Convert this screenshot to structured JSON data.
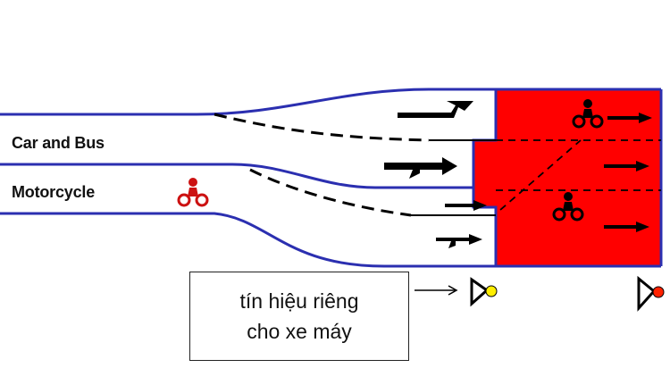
{
  "labels": {
    "car_and_bus": "Car and Bus",
    "motorcycle": "Motorcycle"
  },
  "callout": {
    "line1": "tín hiệu riêng",
    "line2": "cho xe máy"
  },
  "colors": {
    "road_edge": "#2b2fb0",
    "stop_zone": "#ff0000",
    "motorcycle_left": "#cc1111",
    "signal_motorcycle": "#ffee00",
    "signal_main": "#ff2200"
  },
  "icons": [
    "motorcycle-icon",
    "arrow-straight-icon",
    "arrow-turn-icon",
    "traffic-signal-icon"
  ]
}
